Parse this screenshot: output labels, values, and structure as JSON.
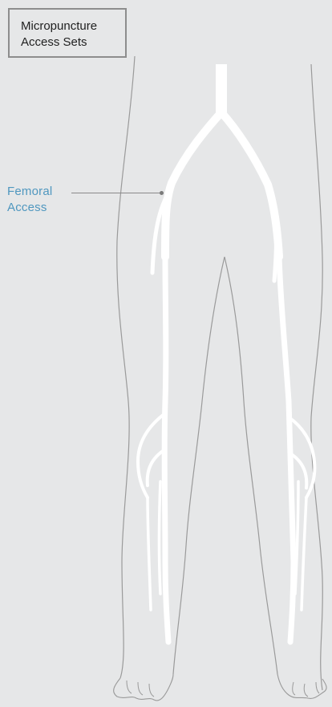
{
  "title_box": {
    "line1": "Micropuncture",
    "line2": "Access Sets"
  },
  "callout": {
    "line1": "Femoral",
    "line2": "Access"
  },
  "colors": {
    "background": "#e6e7e8",
    "outline": "#9a9a9a",
    "vessel": "#ffffff",
    "callout_text": "#4f97bf",
    "title_text": "#1f1f1f"
  }
}
